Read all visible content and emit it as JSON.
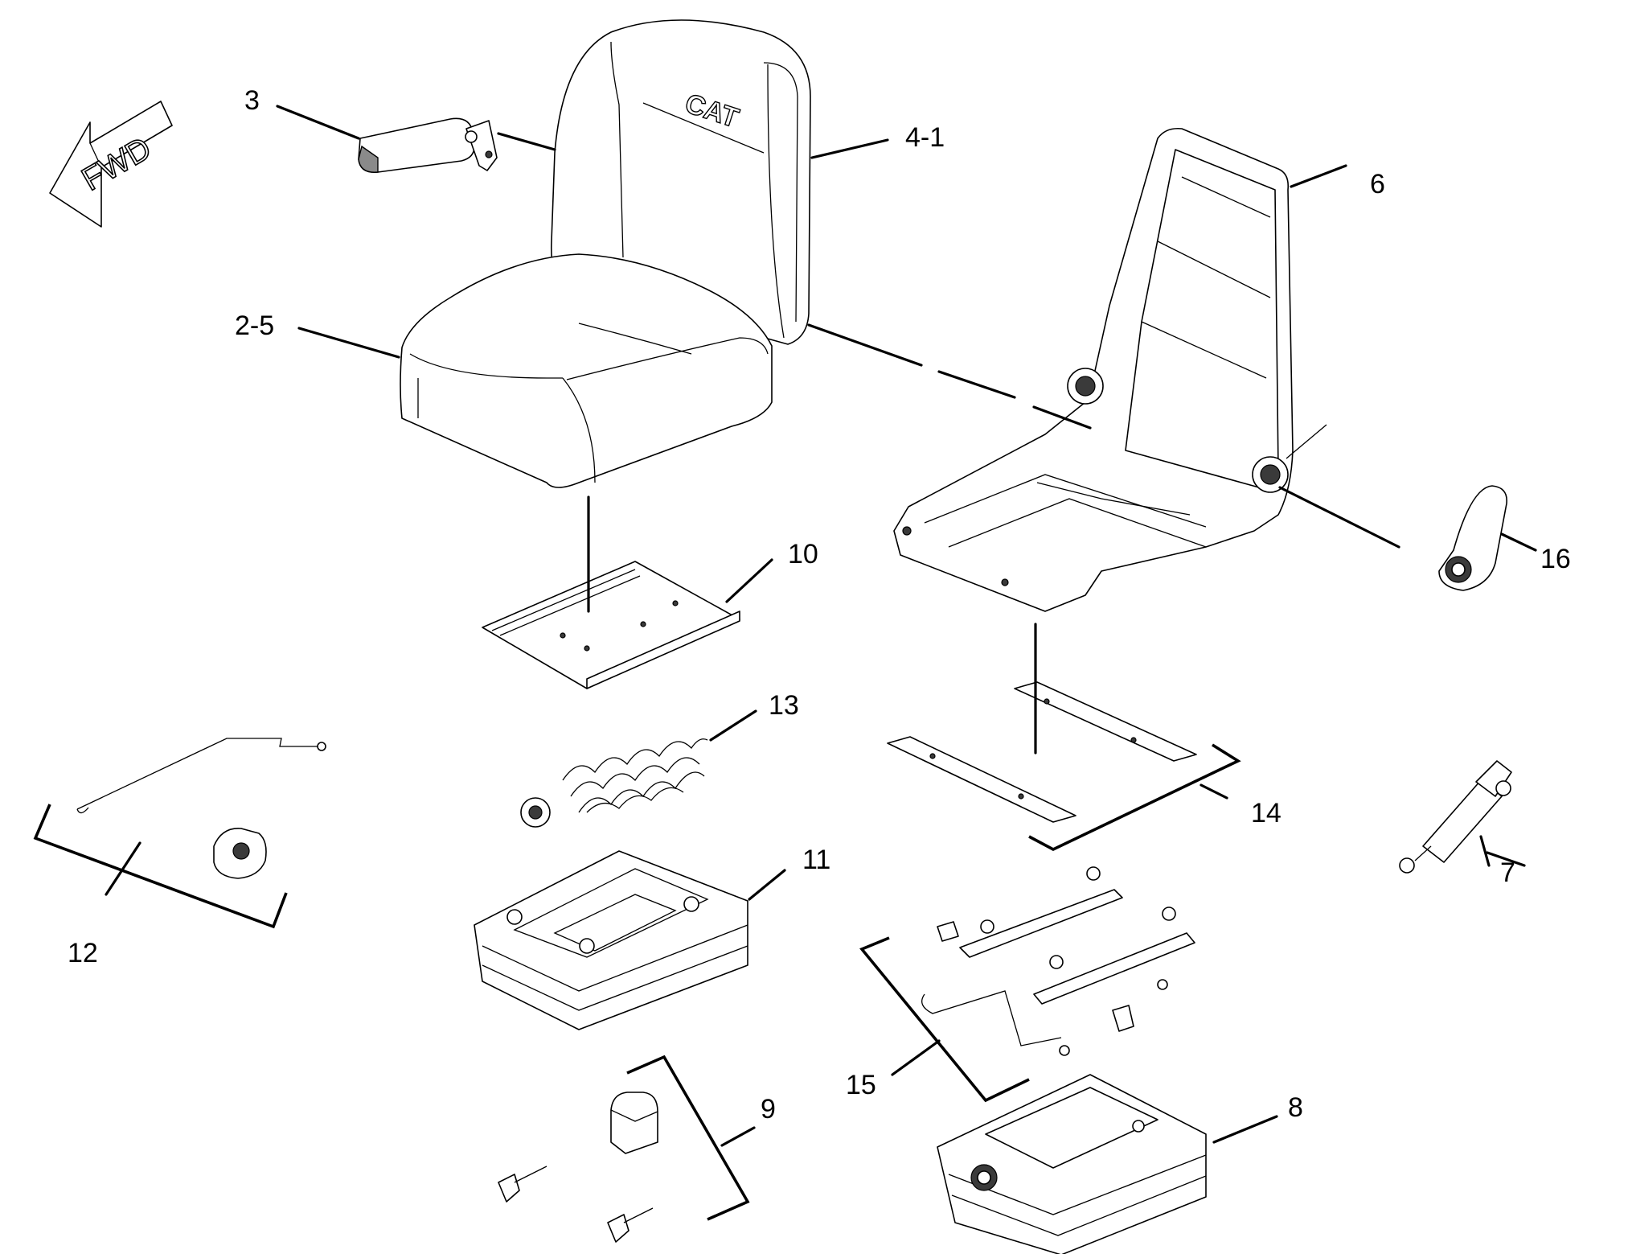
{
  "diagram": {
    "direction_arrow": {
      "label": "FWD"
    },
    "brand_mark": "CAT",
    "callouts": [
      {
        "id": "c3",
        "label": "3",
        "part": "armrest"
      },
      {
        "id": "c41",
        "label": "4-1",
        "part": "back-cushion"
      },
      {
        "id": "c6",
        "label": "6",
        "part": "seat-frame"
      },
      {
        "id": "c25",
        "label": "2-5",
        "part": "seat-cushion"
      },
      {
        "id": "c10",
        "label": "10",
        "part": "mounting-plate"
      },
      {
        "id": "c16",
        "label": "16",
        "part": "recline-lever"
      },
      {
        "id": "c13",
        "label": "13",
        "part": "spring-set"
      },
      {
        "id": "c14",
        "label": "14",
        "part": "rail-plates"
      },
      {
        "id": "c7",
        "label": "7",
        "part": "shock-absorber"
      },
      {
        "id": "c11",
        "label": "11",
        "part": "suspension-base"
      },
      {
        "id": "c12",
        "label": "12",
        "part": "cable-knob-kit"
      },
      {
        "id": "c15",
        "label": "15",
        "part": "slide-rail-kit"
      },
      {
        "id": "c9",
        "label": "9",
        "part": "knob-kit"
      },
      {
        "id": "c8",
        "label": "8",
        "part": "suspension-assembly"
      }
    ]
  }
}
